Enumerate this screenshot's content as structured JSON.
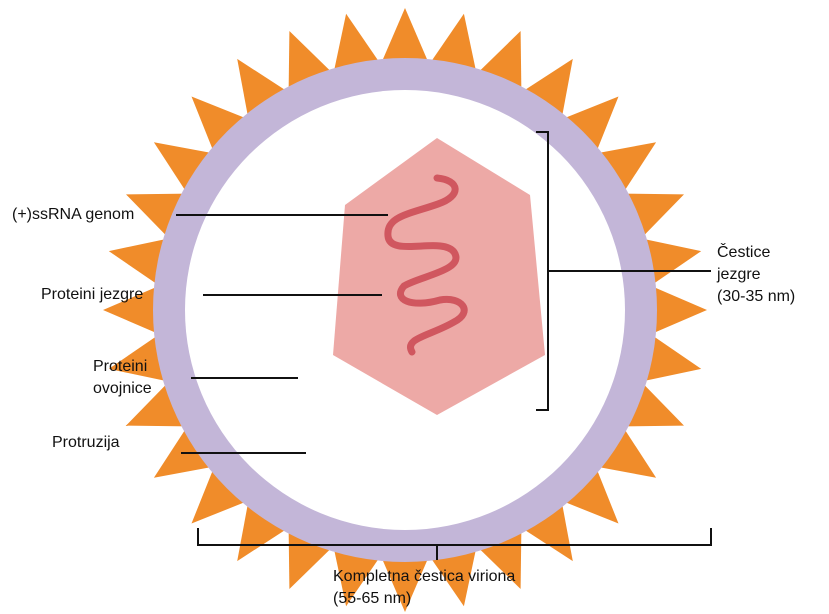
{
  "colors": {
    "spikes": "#f08c2a",
    "envelope": "#c3b6d8",
    "inner_space": "#ffffff",
    "capsid": "#eda9a6",
    "rna": "#d0575f",
    "lines": "#111111"
  },
  "labels": {
    "genome": "(+)ssRNA genom",
    "core_proteins": "Proteini jezgre",
    "envelope_proteins_1": "Proteini",
    "envelope_proteins_2": "ovojnice",
    "protrusion": "Protruzija",
    "core_particle_1": "Čestice",
    "core_particle_2": "jezgre",
    "core_particle_3": "(30-35 nm)",
    "virion_1": "Kompletna čestica viriona",
    "virion_2": "(55-65 nm)"
  },
  "icons": {
    "spike": "triangle-spike-icon"
  }
}
